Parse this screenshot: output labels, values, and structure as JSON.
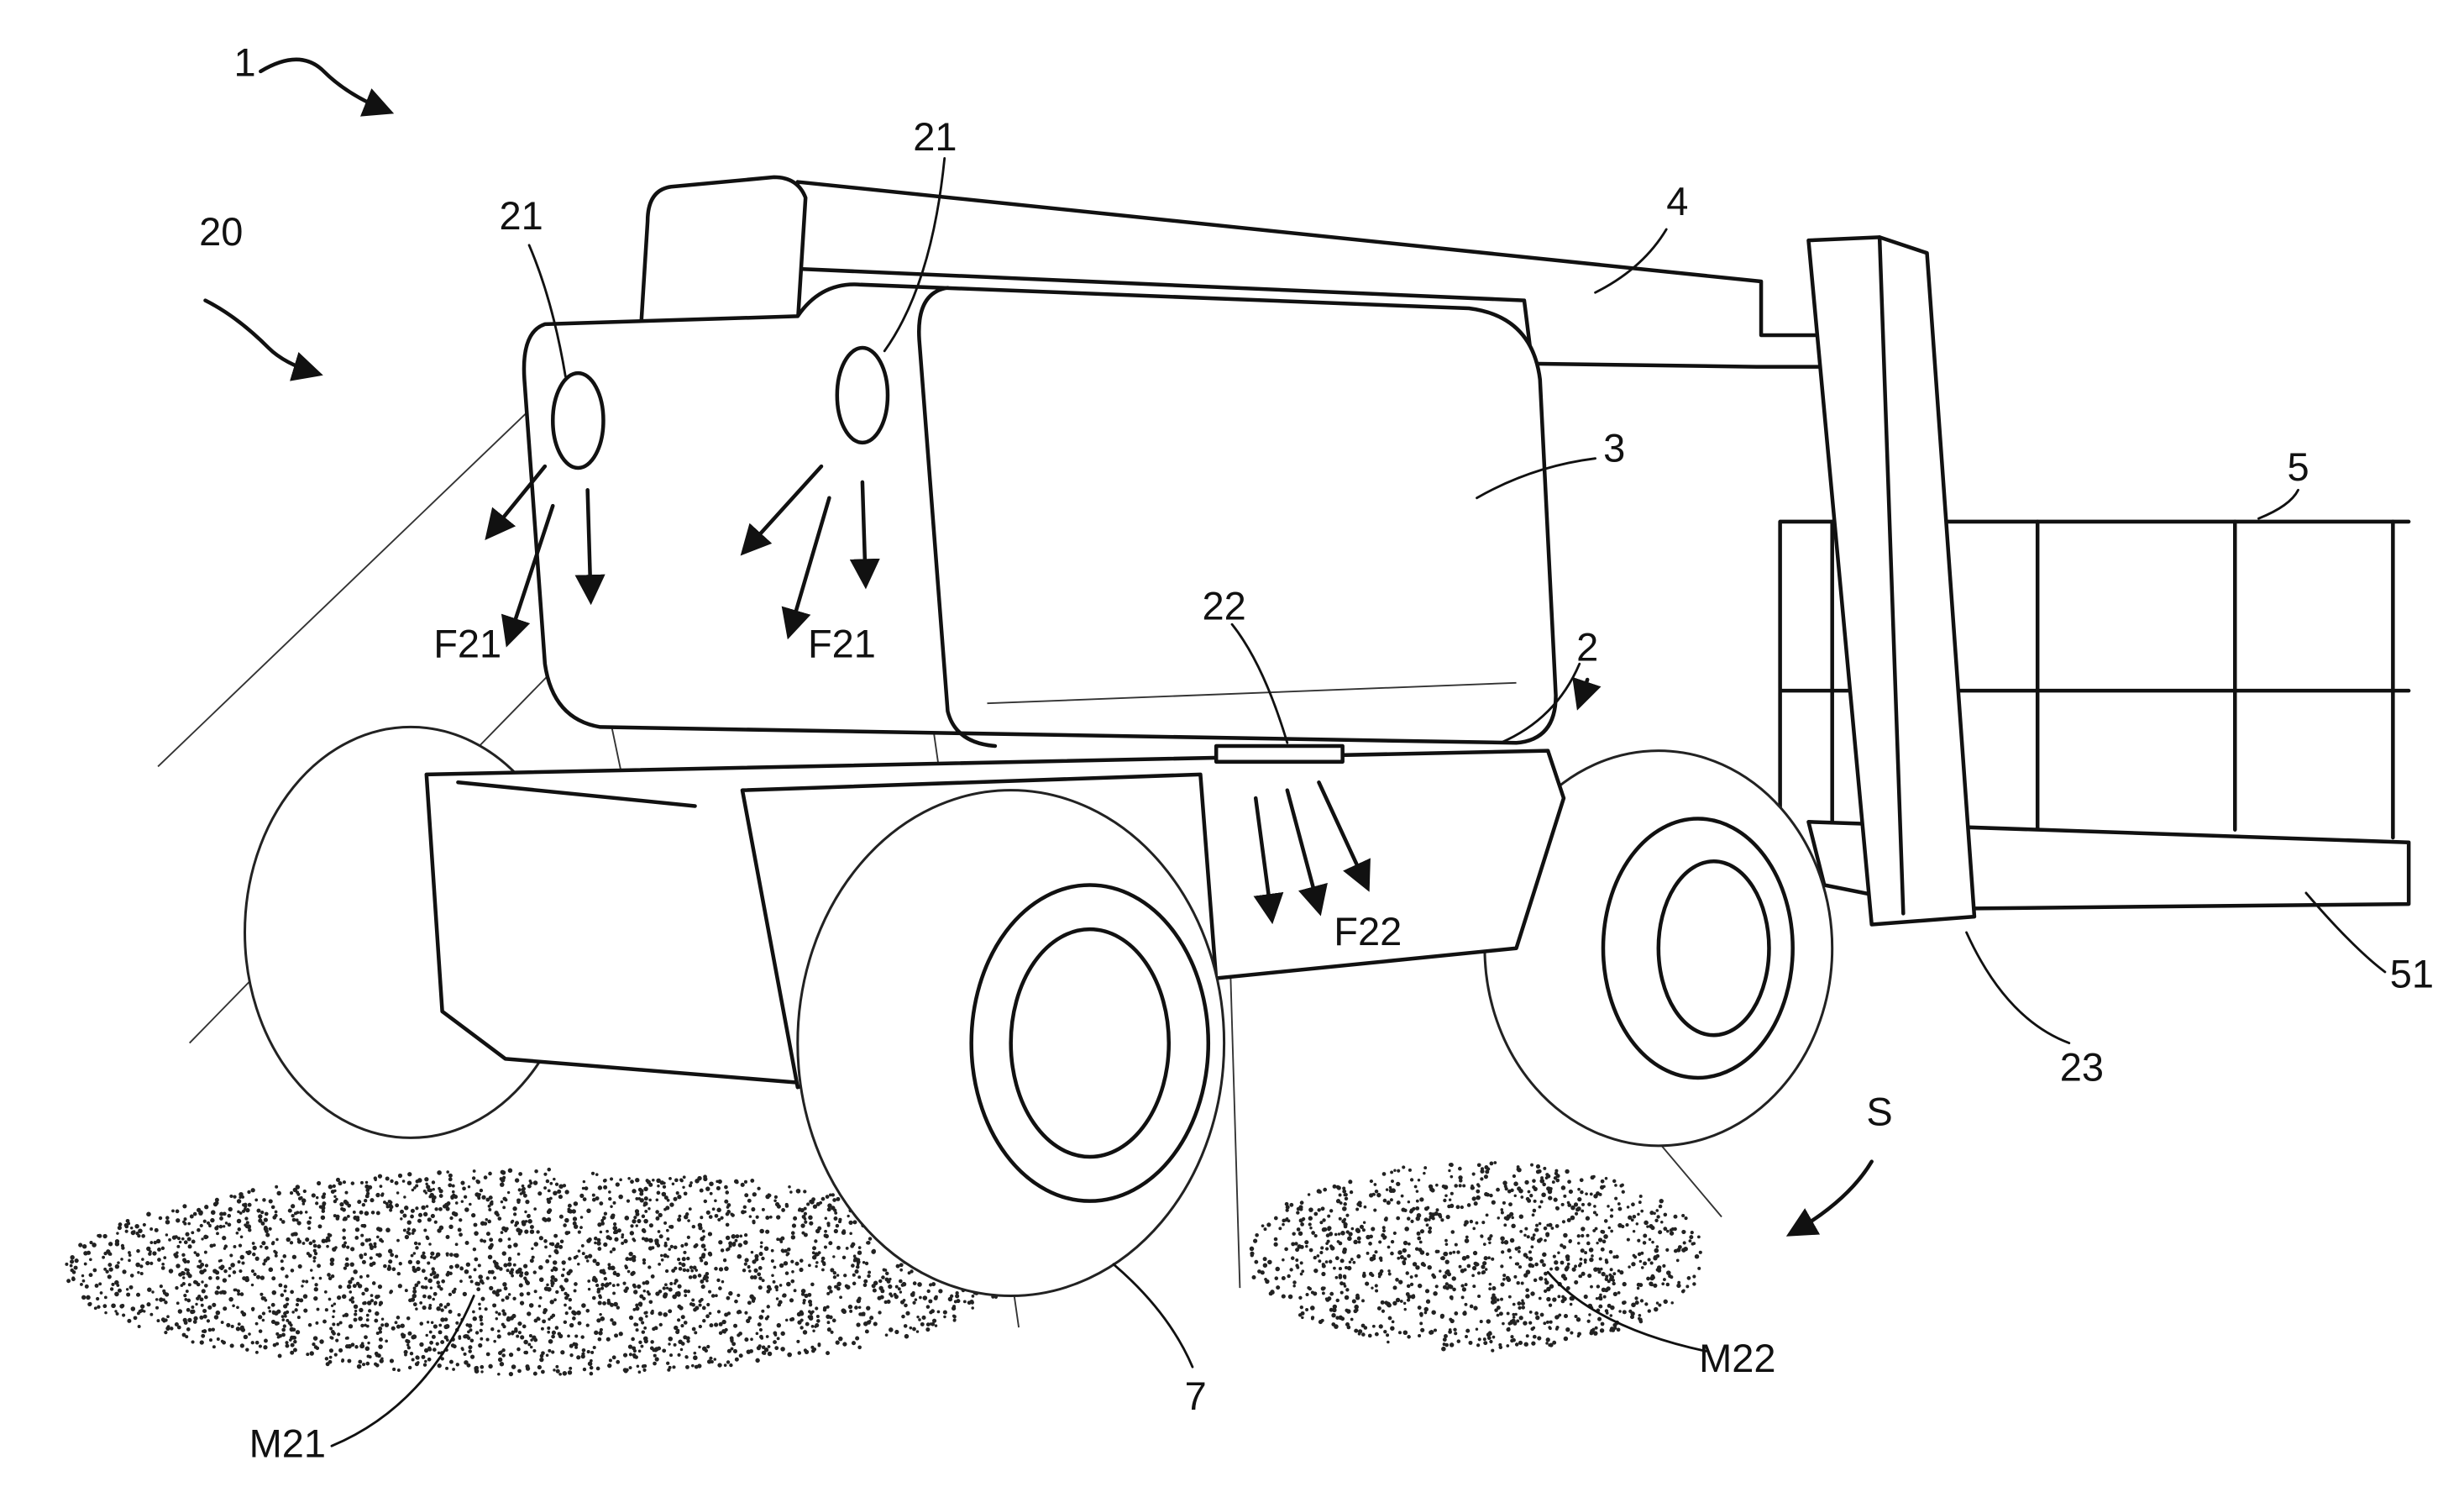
{
  "figure": {
    "labels": {
      "vehicle": "1",
      "lighting_system": "20",
      "light_left": "21",
      "light_right": "21",
      "boom": "4",
      "cabin": "3",
      "basket": "5",
      "chassis": "2",
      "light_under": "22",
      "flux_left": "F21",
      "flux_right": "F21",
      "flux_under": "F22",
      "basket_floor": "51",
      "basket_light": "23",
      "ground": "S",
      "marking_under": "M22",
      "marking_front": "M21",
      "wheel": "7"
    }
  }
}
